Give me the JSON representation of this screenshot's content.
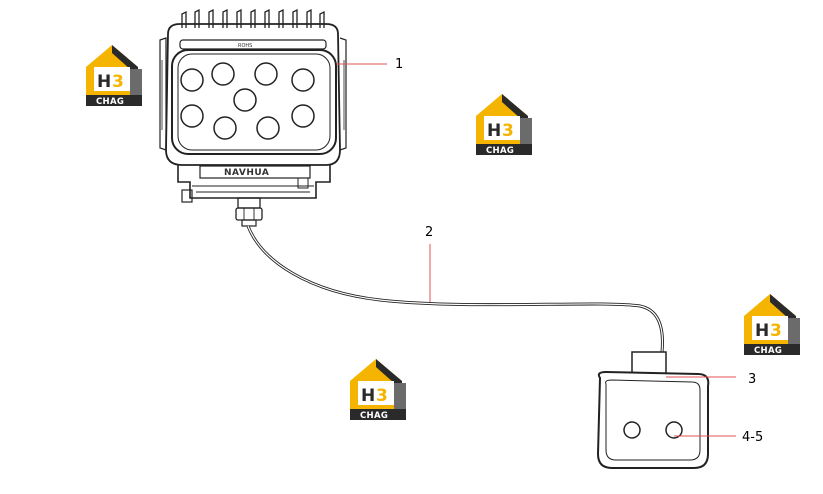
{
  "callouts": [
    {
      "label": "1"
    },
    {
      "label": "2"
    },
    {
      "label": "3"
    },
    {
      "label": "4-5"
    }
  ],
  "lamp_brand": "NAVHUA",
  "lamp_top_mark": "ROHS",
  "watermark": {
    "letter_h": "H",
    "letter_3": "3",
    "caption": "CHAG",
    "colors": {
      "yellow": "#f5b400",
      "dark": "#2a2a2a",
      "gray": "#6b6b6b"
    }
  }
}
